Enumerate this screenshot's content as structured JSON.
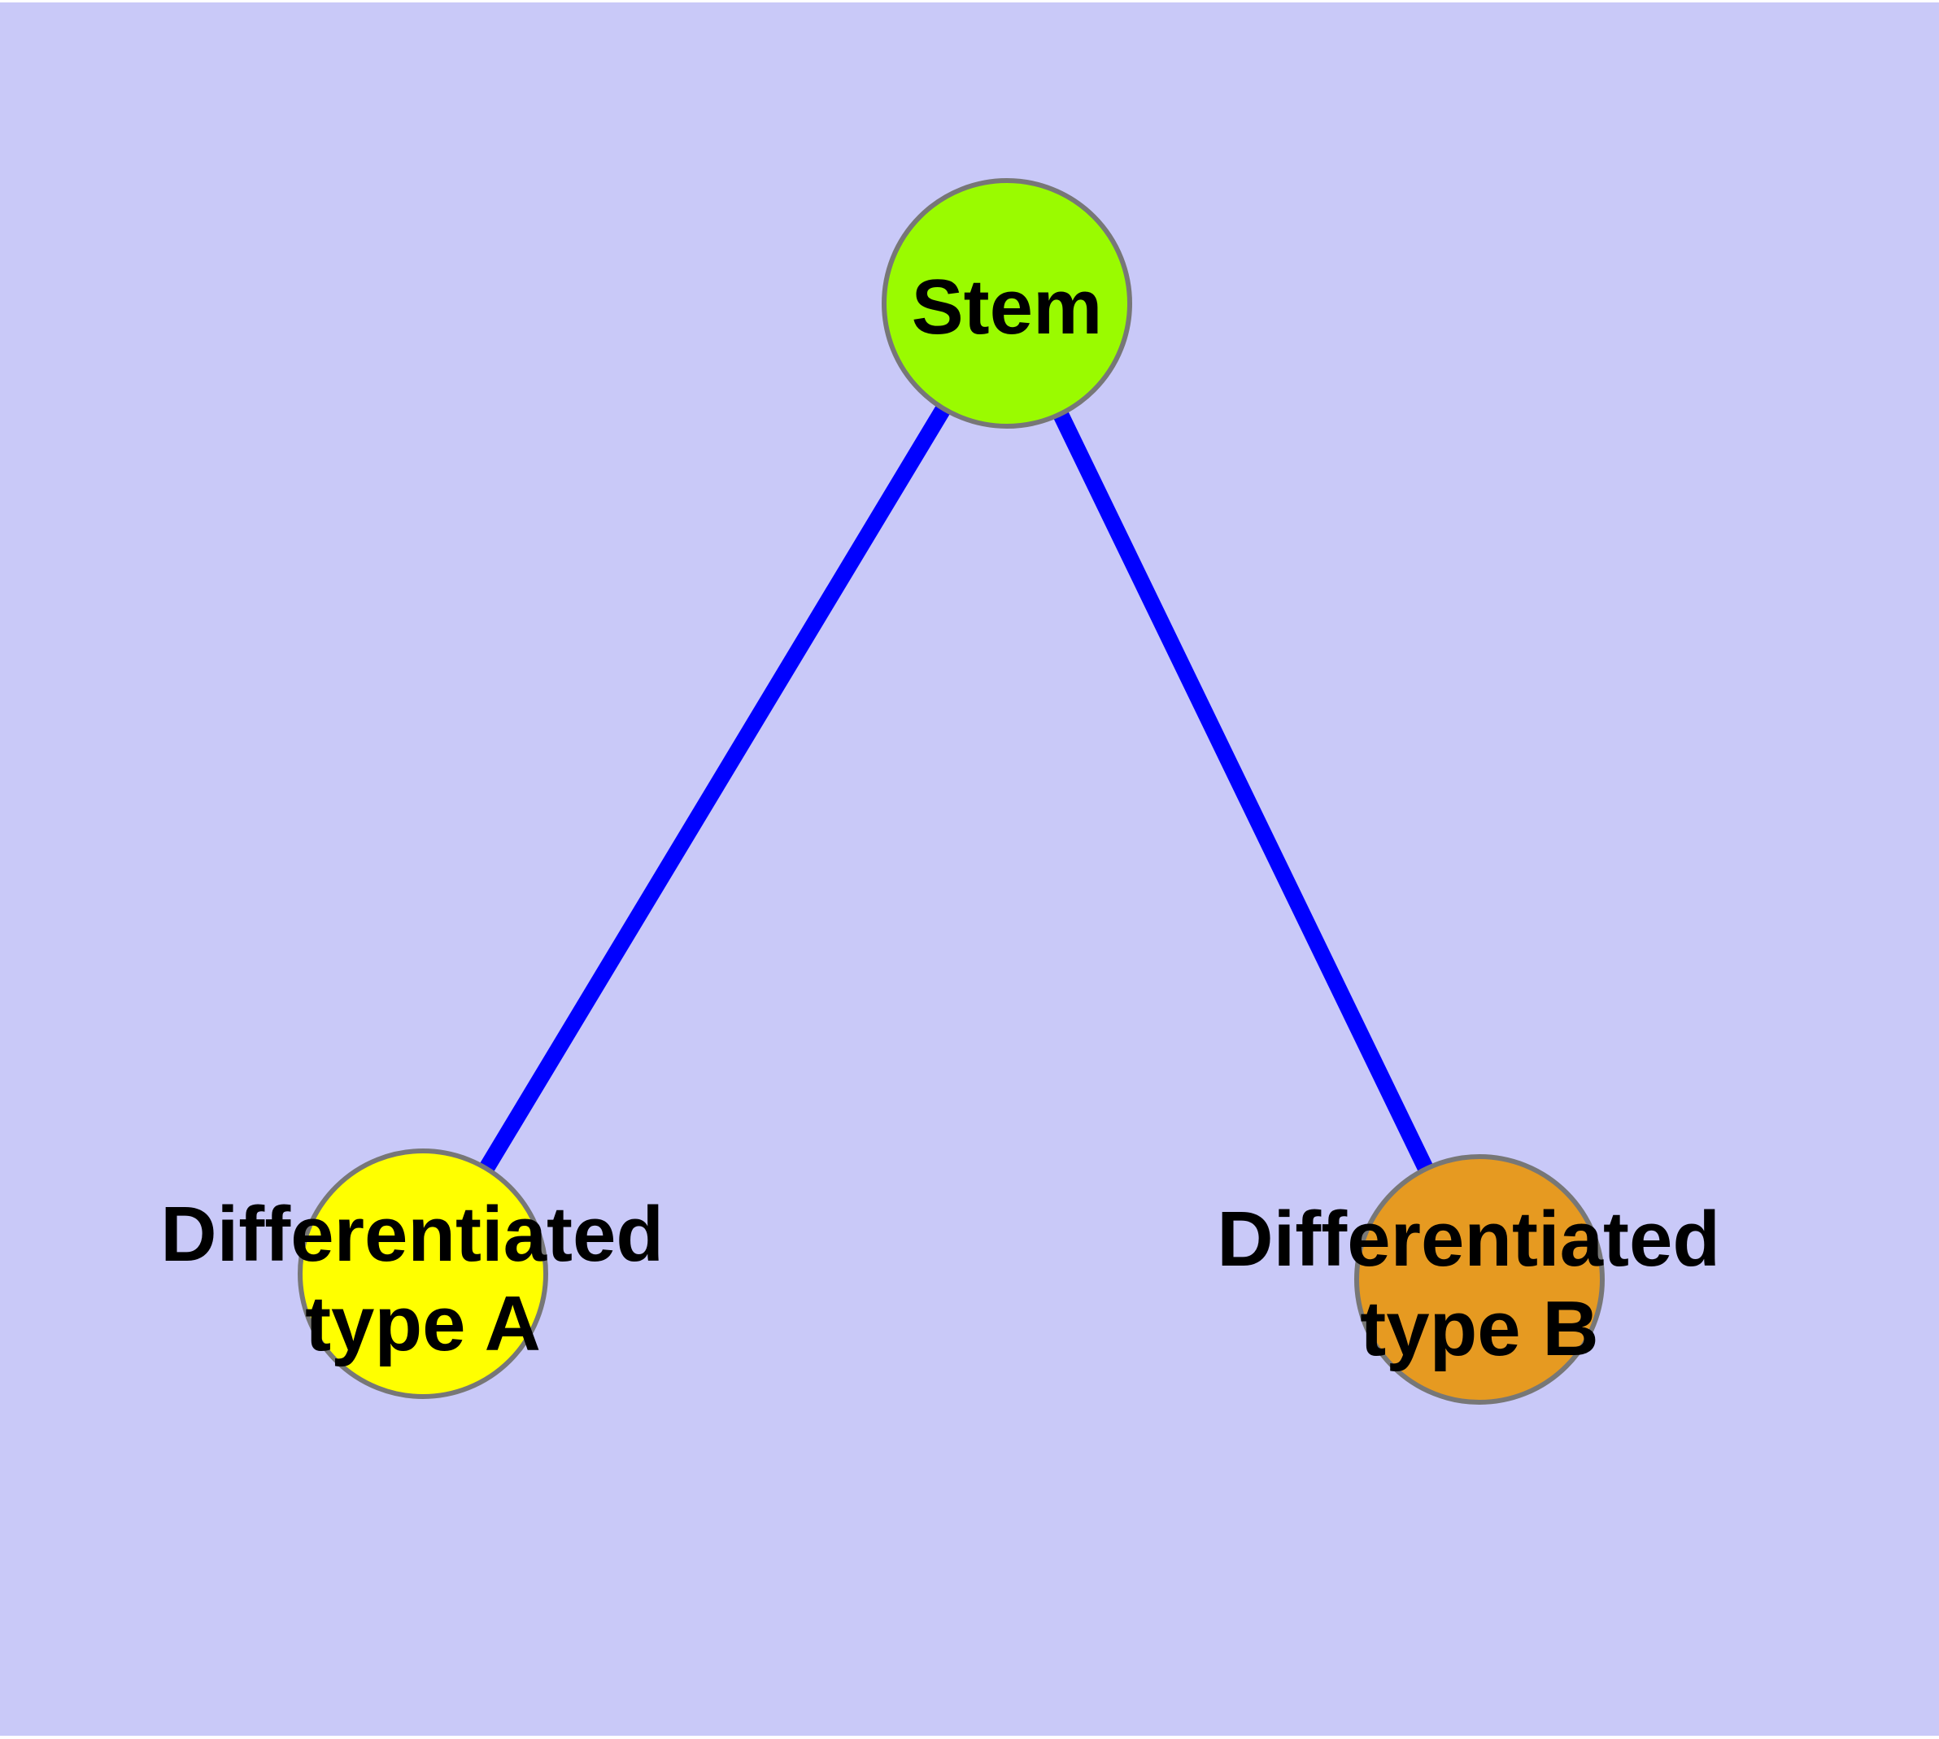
{
  "canvas": {
    "page_color": "#FFFFFF",
    "background_color": "#C9C9F8"
  },
  "graph": {
    "edge_color": "#0000FF",
    "node_border_color": "#777777",
    "nodes": [
      {
        "id": "stem",
        "label": "Stem",
        "lines": [
          "Stem"
        ],
        "fill": "#9AFB00"
      },
      {
        "id": "differentiated-type-a",
        "label": "Differentiated type A",
        "lines": [
          "Differentiated",
          "type A"
        ],
        "fill": "#FFFF00"
      },
      {
        "id": "differentiated-type-b",
        "label": "Differentiated type B",
        "lines": [
          "Differentiated",
          "type B"
        ],
        "fill": "#E69A21"
      }
    ],
    "edges": [
      {
        "from": "Stem",
        "to": "Differentiated type A"
      },
      {
        "from": "Stem",
        "to": "Differentiated type B"
      }
    ]
  }
}
